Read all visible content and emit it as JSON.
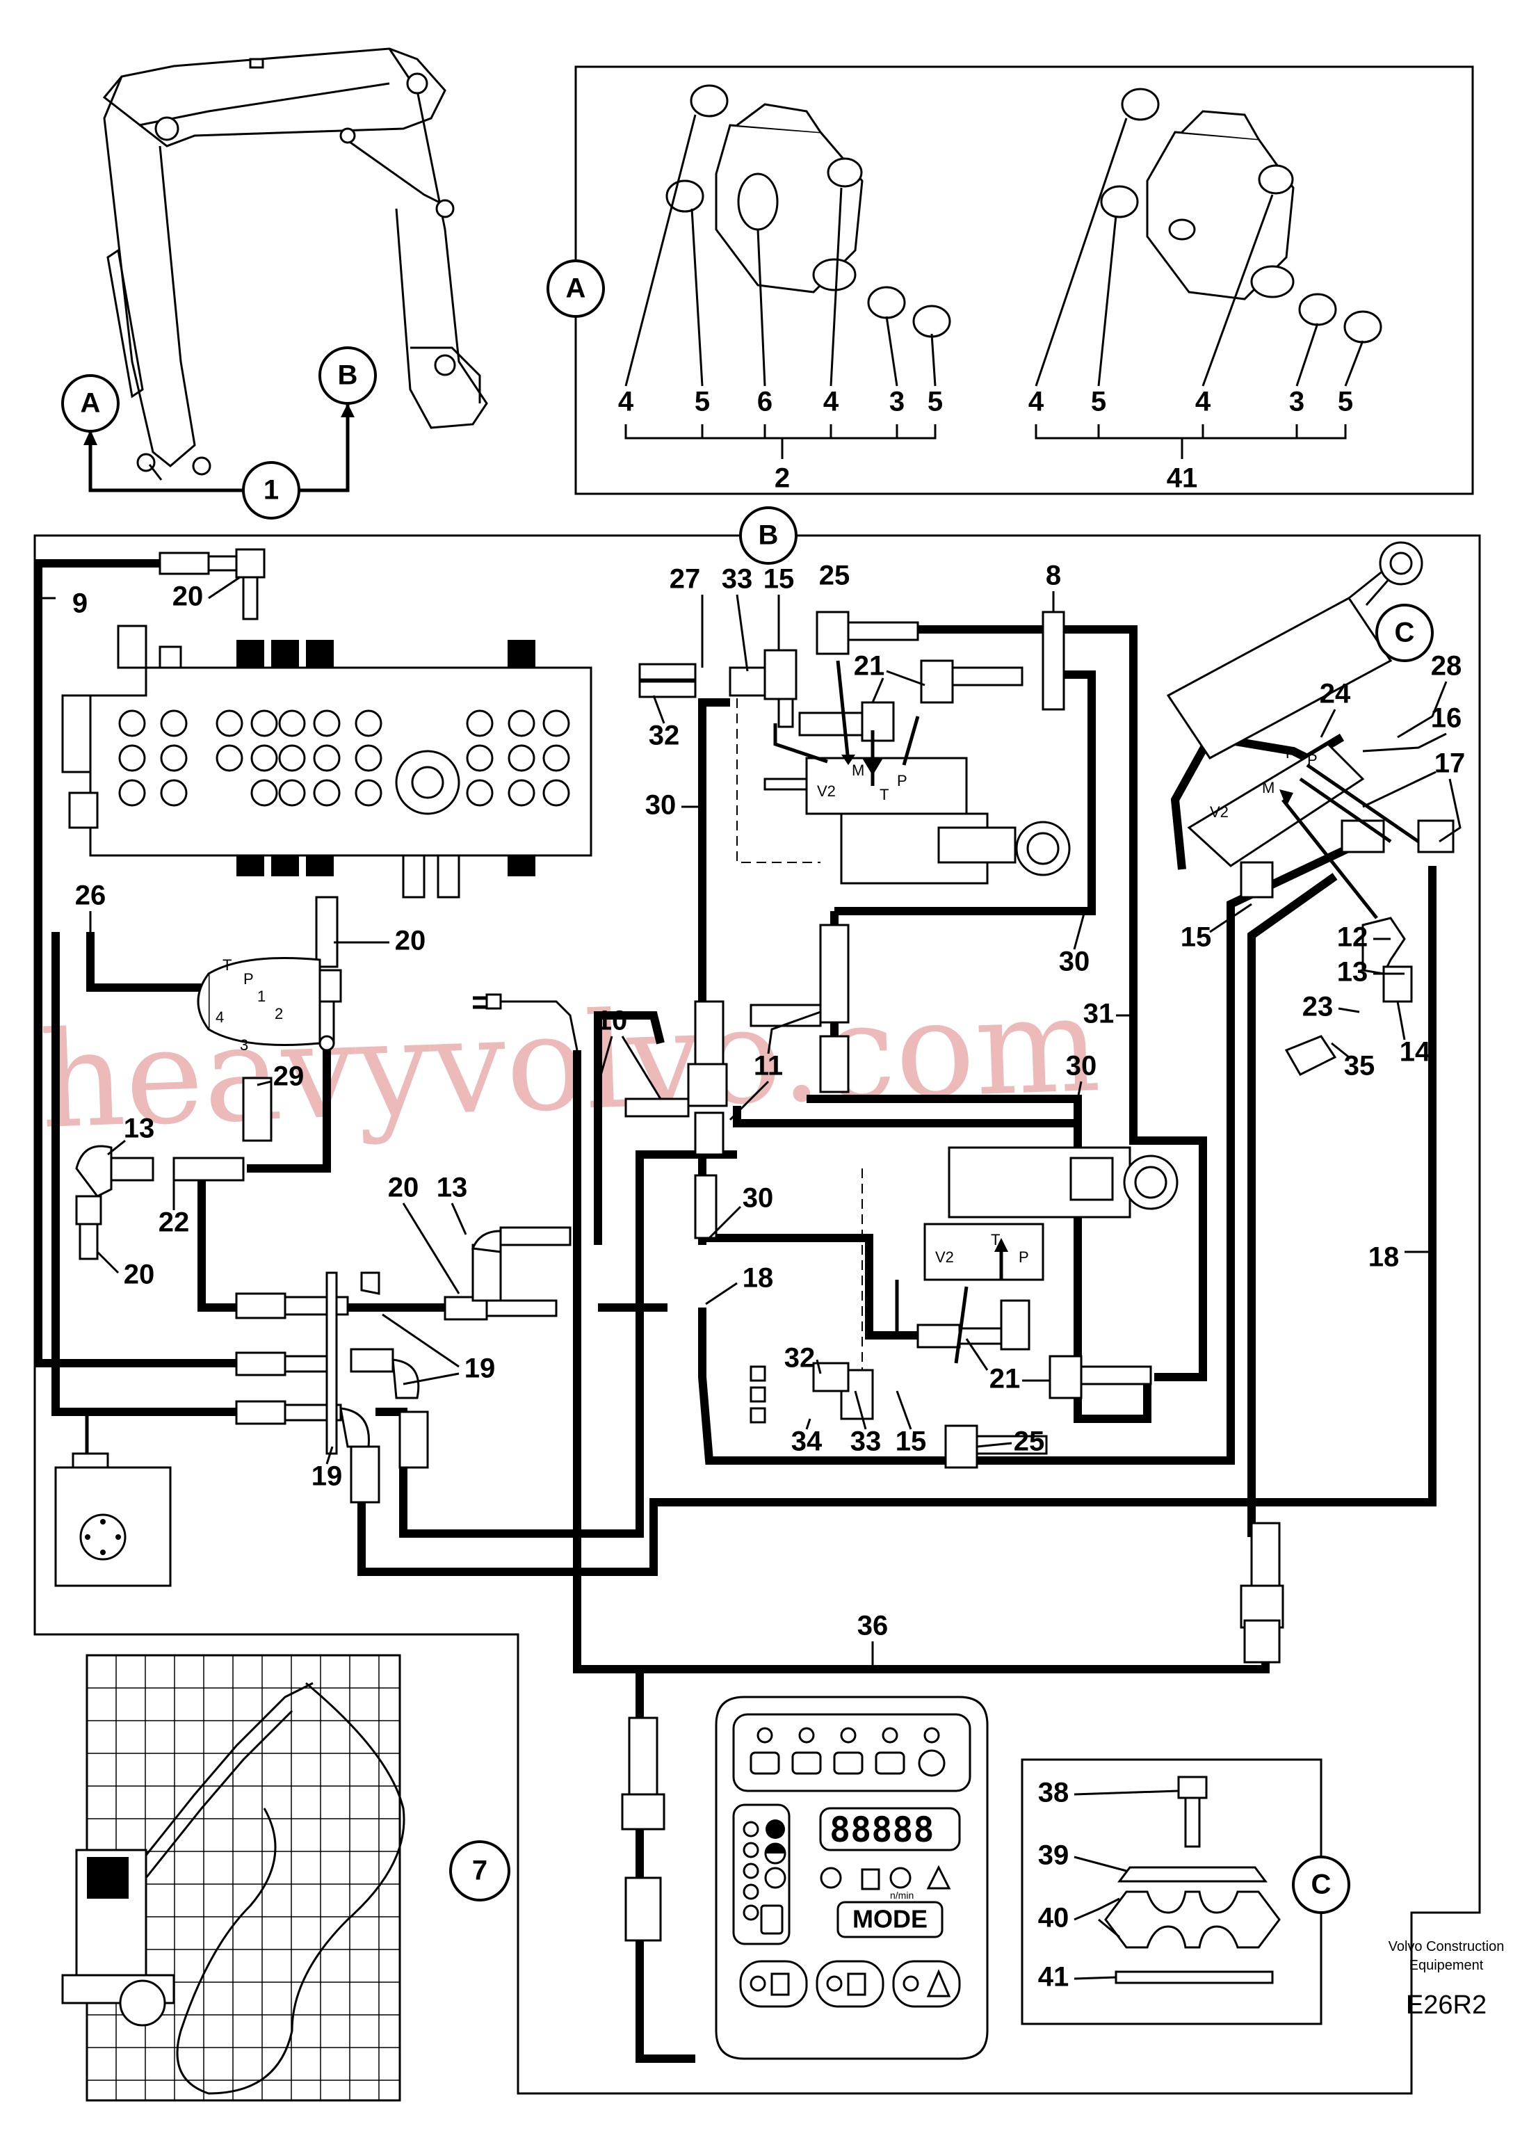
{
  "callouts": {
    "a_top": "A",
    "b_top": "B",
    "one": "1",
    "a_box": "A",
    "b_box": "B",
    "c_upper": "C",
    "c_lower": "C",
    "seven": "7"
  },
  "bushing_sets": {
    "set1_numbers": [
      "4",
      "5",
      "6",
      "4",
      "3",
      "5"
    ],
    "set1_total": "2",
    "set2_numbers": [
      "4",
      "5",
      "4",
      "3",
      "5"
    ],
    "set2_total": "41"
  },
  "hose_labels": {
    "l9": "9",
    "l20a": "20",
    "l27": "27",
    "l33a": "33",
    "l15a": "15",
    "l25a": "25",
    "l8": "8",
    "l32a": "32",
    "l21a": "21",
    "l28": "28",
    "l24": "24",
    "l16": "16",
    "l17": "17",
    "l30a": "30",
    "l26": "26",
    "l20b": "20",
    "l15b": "15",
    "l12": "12",
    "l13a": "13",
    "l23": "23",
    "l14": "14",
    "l35": "35",
    "l30b": "30",
    "l31": "31",
    "l10": "10",
    "l11": "11",
    "l30c": "30",
    "l29": "29",
    "l13b": "13",
    "l22": "22",
    "l20c": "20",
    "l20d": "20",
    "l13c": "13",
    "l30d": "30",
    "l18a": "18",
    "l18b": "18",
    "l19a": "19",
    "l19b": "19",
    "l32b": "32",
    "l34": "34",
    "l33b": "33",
    "l15c": "15",
    "l21b": "21",
    "l25b": "25",
    "l36": "36"
  },
  "valve_marks": {
    "v2": "V2",
    "m": "M",
    "t": "T",
    "p": "P",
    "sw_p": "P",
    "sw_t": "T",
    "sw_1": "1",
    "sw_2": "2",
    "sw_3": "3",
    "sw_4": "4"
  },
  "clamp_parts": [
    "38",
    "39",
    "40",
    "41"
  ],
  "panel": {
    "display": "88888",
    "mode_label": "MODE",
    "rpm_unit": "n/min"
  },
  "footer": {
    "brand_line1": "Volvo Construction",
    "brand_line2": "Equipement",
    "code": "E26R2"
  },
  "watermark": "heavyvolvo.com"
}
